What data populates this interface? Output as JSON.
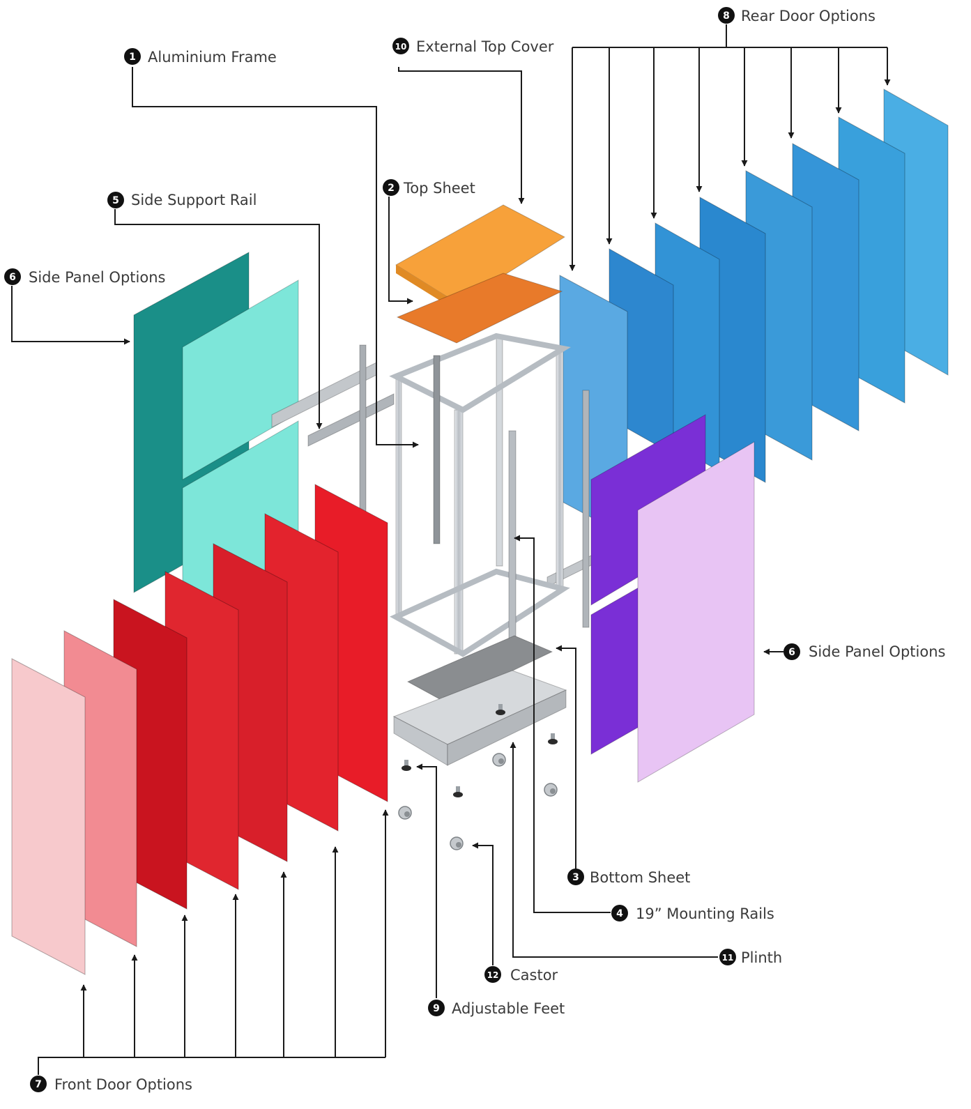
{
  "callouts": [
    {
      "number": "1",
      "label": "Aluminium Frame"
    },
    {
      "number": "2",
      "label": "Top Sheet"
    },
    {
      "number": "3",
      "label": "Bottom Sheet"
    },
    {
      "number": "4",
      "label": "19” Mounting Rails"
    },
    {
      "number": "5",
      "label": "Side Support  Rail"
    },
    {
      "number": "6",
      "label": "Side Panel Options"
    },
    {
      "number": "6",
      "label": "Side Panel Options"
    },
    {
      "number": "7",
      "label": "Front Door Options"
    },
    {
      "number": "8",
      "label": "Rear Door Options"
    },
    {
      "number": "9",
      "label": "Adjustable Feet"
    },
    {
      "number": "10",
      "label": "External Top Cover"
    },
    {
      "number": "11",
      "label": "Plinth"
    },
    {
      "number": "12",
      "label": "Castor"
    }
  ],
  "colors": {
    "front_doors": [
      "#f7c9cc",
      "#f28b92",
      "#c9141f",
      "#e0262f",
      "#d81f2a",
      "#e3232d",
      "#e81c28"
    ],
    "rear_doors": [
      "#5aa9e2",
      "#2d87cf",
      "#3293d6",
      "#2a88cf",
      "#3a9ad9",
      "#3595d8",
      "#39a0dc",
      "#4aaee4"
    ],
    "side_panels_left": [
      "#1a8f88",
      "#7de6d9"
    ],
    "side_panels_right": [
      "#7a2fd6",
      "#e8c4f4"
    ],
    "top_cover": "#f7a13a",
    "top_sheet": "#e87a2a",
    "frame": "#c9ced3",
    "bottom_sheet": "#8a8d90",
    "plinth": "#d6d9dc",
    "leader": "#1a1a1a",
    "badge": "#111111",
    "label_text": "#3a3a3a"
  },
  "icons": [
    "numbered-badge-icon",
    "arrow-head-icon"
  ]
}
